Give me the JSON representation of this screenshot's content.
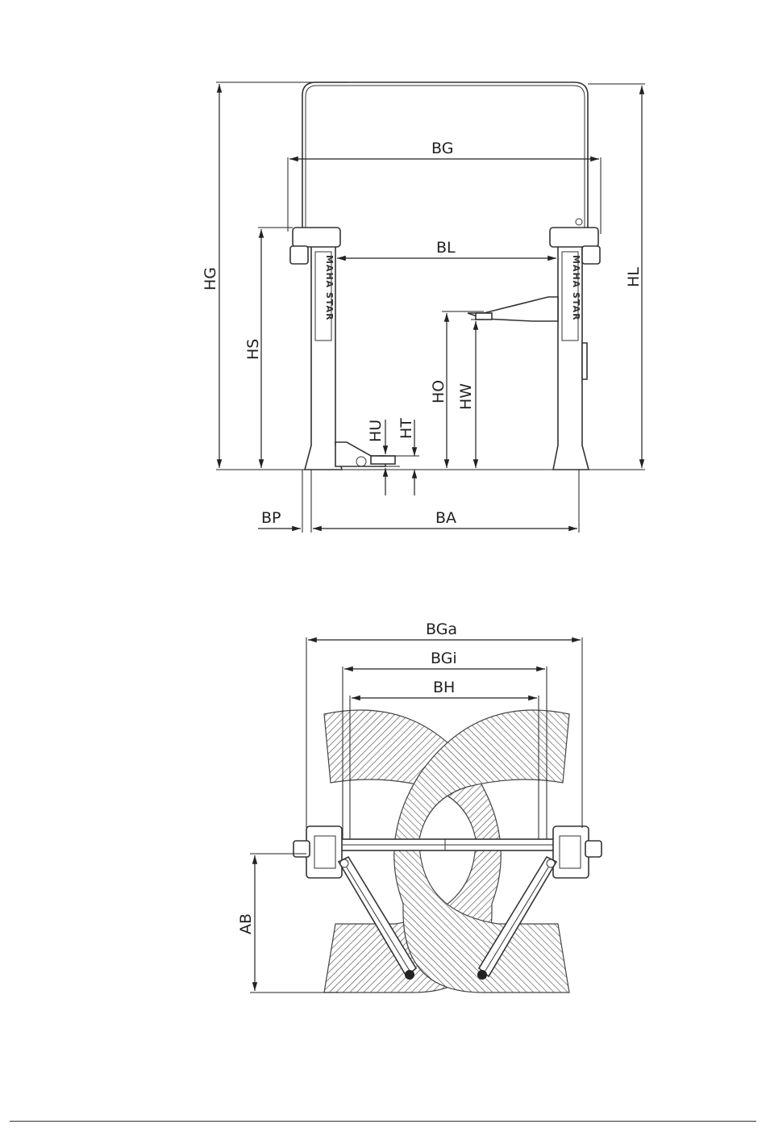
{
  "side_view": {
    "brand": "MAHA STAR",
    "labels": {
      "hg": "HG",
      "bg": "BG",
      "bl": "BL",
      "hs": "HS",
      "hl": "HL",
      "ho": "HO",
      "hw": "HW",
      "hu": "HU",
      "ht": "HT",
      "bp": "BP",
      "ba": "BA"
    }
  },
  "top_view": {
    "labels": {
      "bga": "BGa",
      "bgi": "BGi",
      "bh": "BH",
      "ab": "AB"
    }
  }
}
